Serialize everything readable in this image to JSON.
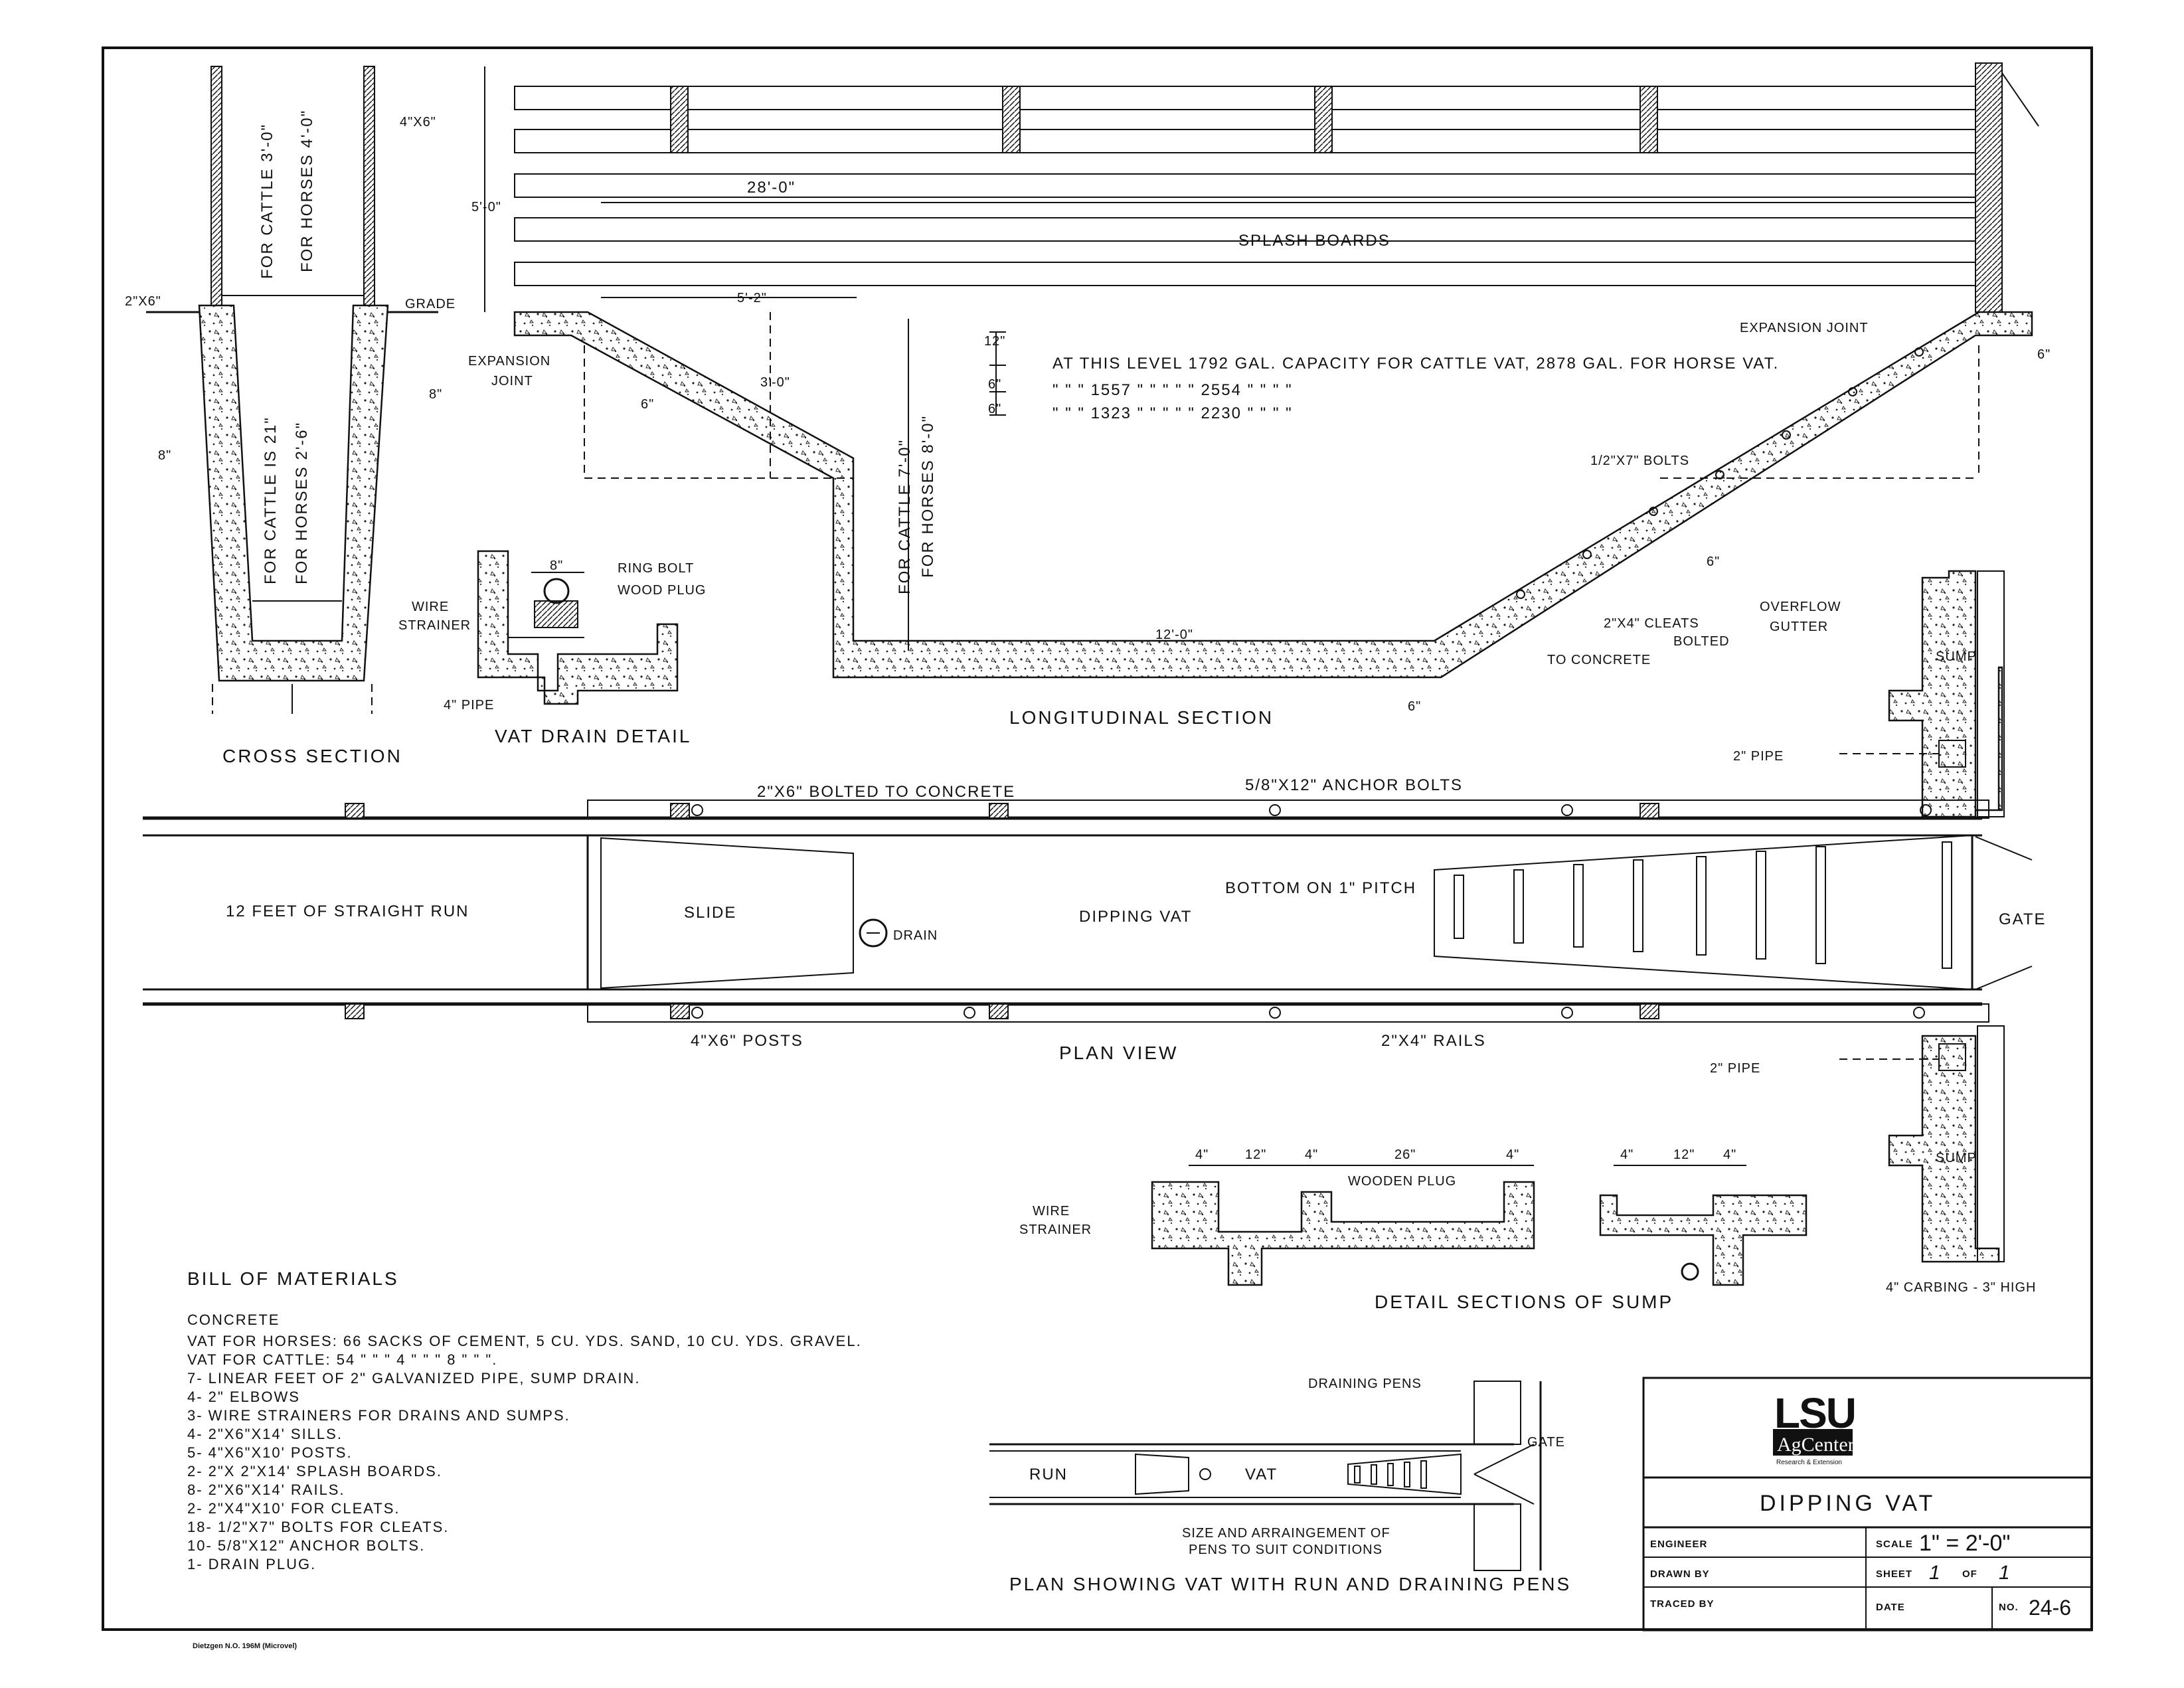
{
  "cross_section": {
    "title": "CROSS SECTION",
    "dim_4x6": "4\"X6\"",
    "dim_2x6": "2\"X6\"",
    "grade": "GRADE",
    "top_cattle": "FOR CATTLE 3'-0\"",
    "top_horses": "FOR HORSES 4'-0\"",
    "bottom_cattle": "FOR CATTLE IS 21\"",
    "bottom_horses": "FOR HORSES 2'-6\"",
    "wall_left": "8\"",
    "wall_right": "8\""
  },
  "longitudinal": {
    "title": "LONGITUDINAL SECTION",
    "length": "28'-0\"",
    "height": "5'-0\"",
    "splash": "SPLASH BOARDS",
    "slide_run": "5'-2\"",
    "slide_drop": "3'-0\"",
    "expansion_left": "EXPANSION",
    "expansion_left2": "JOINT",
    "expansion_right": "EXPANSION JOINT",
    "slab_six": "6\"",
    "depth_cattle": "FOR CATTLE 7'-0\"",
    "depth_horses": "FOR HORSES 8'-0\"",
    "floor": "12'-0\"",
    "bolts": "1/2\"X7\" BOLTS",
    "cleats": "2\"X4\" CLEATS",
    "cleats2": "BOLTED",
    "to_concrete": "TO CONCRETE",
    "six_ramp": "6\"",
    "six_floor": "6\"",
    "six_end": "6\"",
    "levels": [
      {
        "dim": "12\"",
        "text": "AT THIS LEVEL 1792 GAL. CAPACITY FOR CATTLE VAT, 2878 GAL. FOR HORSE VAT."
      },
      {
        "dim": "6\"",
        "text": "\"  \"  \"  1557  \"  \"  \"  \"  \"  2554  \"  \"  \"  \""
      },
      {
        "dim": "6\"",
        "text": "\"  \"  \"  1323  \"  \"  \"  \"  \"  2230  \"  \"  \"  \""
      }
    ]
  },
  "drain_detail": {
    "title": "VAT DRAIN DETAIL",
    "dim": "8\"",
    "ring_bolt": "RING BOLT",
    "wood_plug": "WOOD PLUG",
    "wire": "WIRE",
    "strainer": "STRAINER",
    "pipe": "4\" PIPE"
  },
  "plan": {
    "title": "PLAN VIEW",
    "run": "12 FEET OF STRAIGHT RUN",
    "slide": "SLIDE",
    "drain": "DRAIN",
    "dipping_vat": "DIPPING VAT",
    "pitch": "BOTTOM ON 1\" PITCH",
    "gate": "GATE",
    "bolted": "2\"X6\" BOLTED TO CONCRETE",
    "anchor": "5/8\"X12\" ANCHOR BOLTS",
    "posts": "4\"X6\" POSTS",
    "rails": "2\"X4\" RAILS",
    "pipe_top": "2\" PIPE",
    "pipe_bottom": "2\" PIPE"
  },
  "sump_side": {
    "overflow": "OVERFLOW",
    "gutter": "GUTTER",
    "sump_top": "SUMP",
    "sump_bottom": "SUMP",
    "carbing": "4\" CARBING - 3\" HIGH"
  },
  "sump_detail": {
    "title": "DETAIL SECTIONS OF SUMP",
    "dims_a": [
      "4\"",
      "12\"",
      "4\"",
      "26\"",
      "4\""
    ],
    "dims_b": [
      "4\"",
      "12\"",
      "4\""
    ],
    "wooden_plug": "WOODEN PLUG",
    "wire": "WIRE",
    "strainer": "STRAINER"
  },
  "small_plan": {
    "title": "PLAN SHOWING VAT WITH RUN AND DRAINING PENS",
    "run": "RUN",
    "vat": "VAT",
    "pens": "DRAINING PENS",
    "gate": "GATE",
    "note1": "SIZE AND ARRAINGEMENT OF",
    "note2": "PENS TO SUIT CONDITIONS"
  },
  "bill_of_materials": {
    "title": "BILL OF MATERIALS",
    "concrete": "CONCRETE",
    "lines": [
      "VAT FOR HORSES:  66  SACKS OF CEMENT,  5 CU. YDS. SAND,  10 CU. YDS. GRAVEL.",
      "VAT FOR CATTLE:  54     \"     \"     \"     4  \"   \"   \"     8  \"   \"   \".",
      "7-   LINEAR FEET OF 2\" GALVANIZED PIPE, SUMP DRAIN.",
      "4-   2\" ELBOWS",
      "3-   WIRE STRAINERS FOR DRAINS AND SUMPS.",
      "4-   2\"X6\"X14' SILLS.",
      "5-   4\"X6\"X10' POSTS.",
      "2-   2\"X 2\"X14' SPLASH BOARDS.",
      "8-   2\"X6\"X14' RAILS.",
      "2-   2\"X4\"X10' FOR CLEATS.",
      "18-  1/2\"X7\" BOLTS FOR CLEATS.",
      "10-  5/8\"X12\" ANCHOR BOLTS.",
      "1-   DRAIN PLUG."
    ]
  },
  "title_block": {
    "logo_main": "LSU",
    "logo_sub": "AgCenter",
    "logo_tag": "Research & Extension",
    "drawing_title": "DIPPING VAT",
    "engineer": "ENGINEER",
    "drawn_by": "DRAWN BY",
    "traced_by": "TRACED BY",
    "scale_label": "SCALE",
    "scale_value": "1\" = 2'-0\"",
    "sheet_label": "SHEET",
    "sheet_value": "1",
    "of_label": "OF",
    "of_value": "1",
    "date_label": "DATE",
    "no_label": "NO.",
    "no_value": "24-6"
  },
  "footer": "Dietzgen N.O. 196M (Microvel)"
}
